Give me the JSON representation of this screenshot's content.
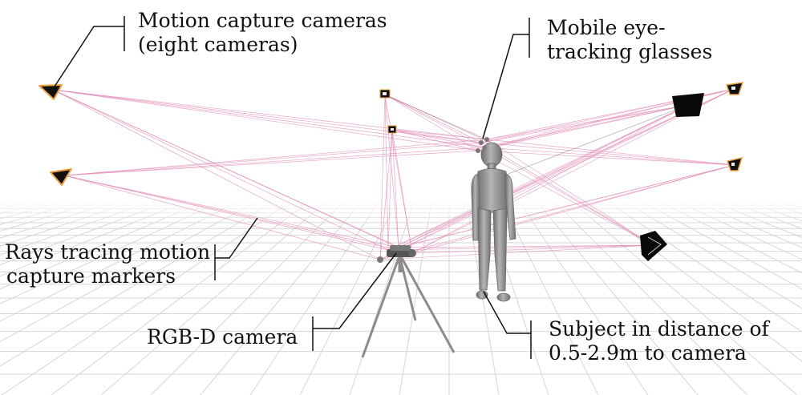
{
  "labels": {
    "mocap": {
      "line1": "Motion capture cameras",
      "line2": "(eight cameras)"
    },
    "eyetracker": {
      "line1": "Mobile eye-",
      "line2": "tracking glasses"
    },
    "rays": {
      "line1": "Rays tracing motion",
      "line2": "capture markers"
    },
    "rgbd": {
      "line1": "RGB-D camera"
    },
    "subject": {
      "line1": "Subject in distance of",
      "line2": "0.5-2.9m to camera"
    }
  },
  "colors": {
    "ray": "#e08ab4",
    "grid": "#d6d6d6",
    "camera_body": "#111111",
    "camera_rim": "#f0a040",
    "mannequin": "#9a9a9a",
    "tripod": "#8c8c8c"
  }
}
